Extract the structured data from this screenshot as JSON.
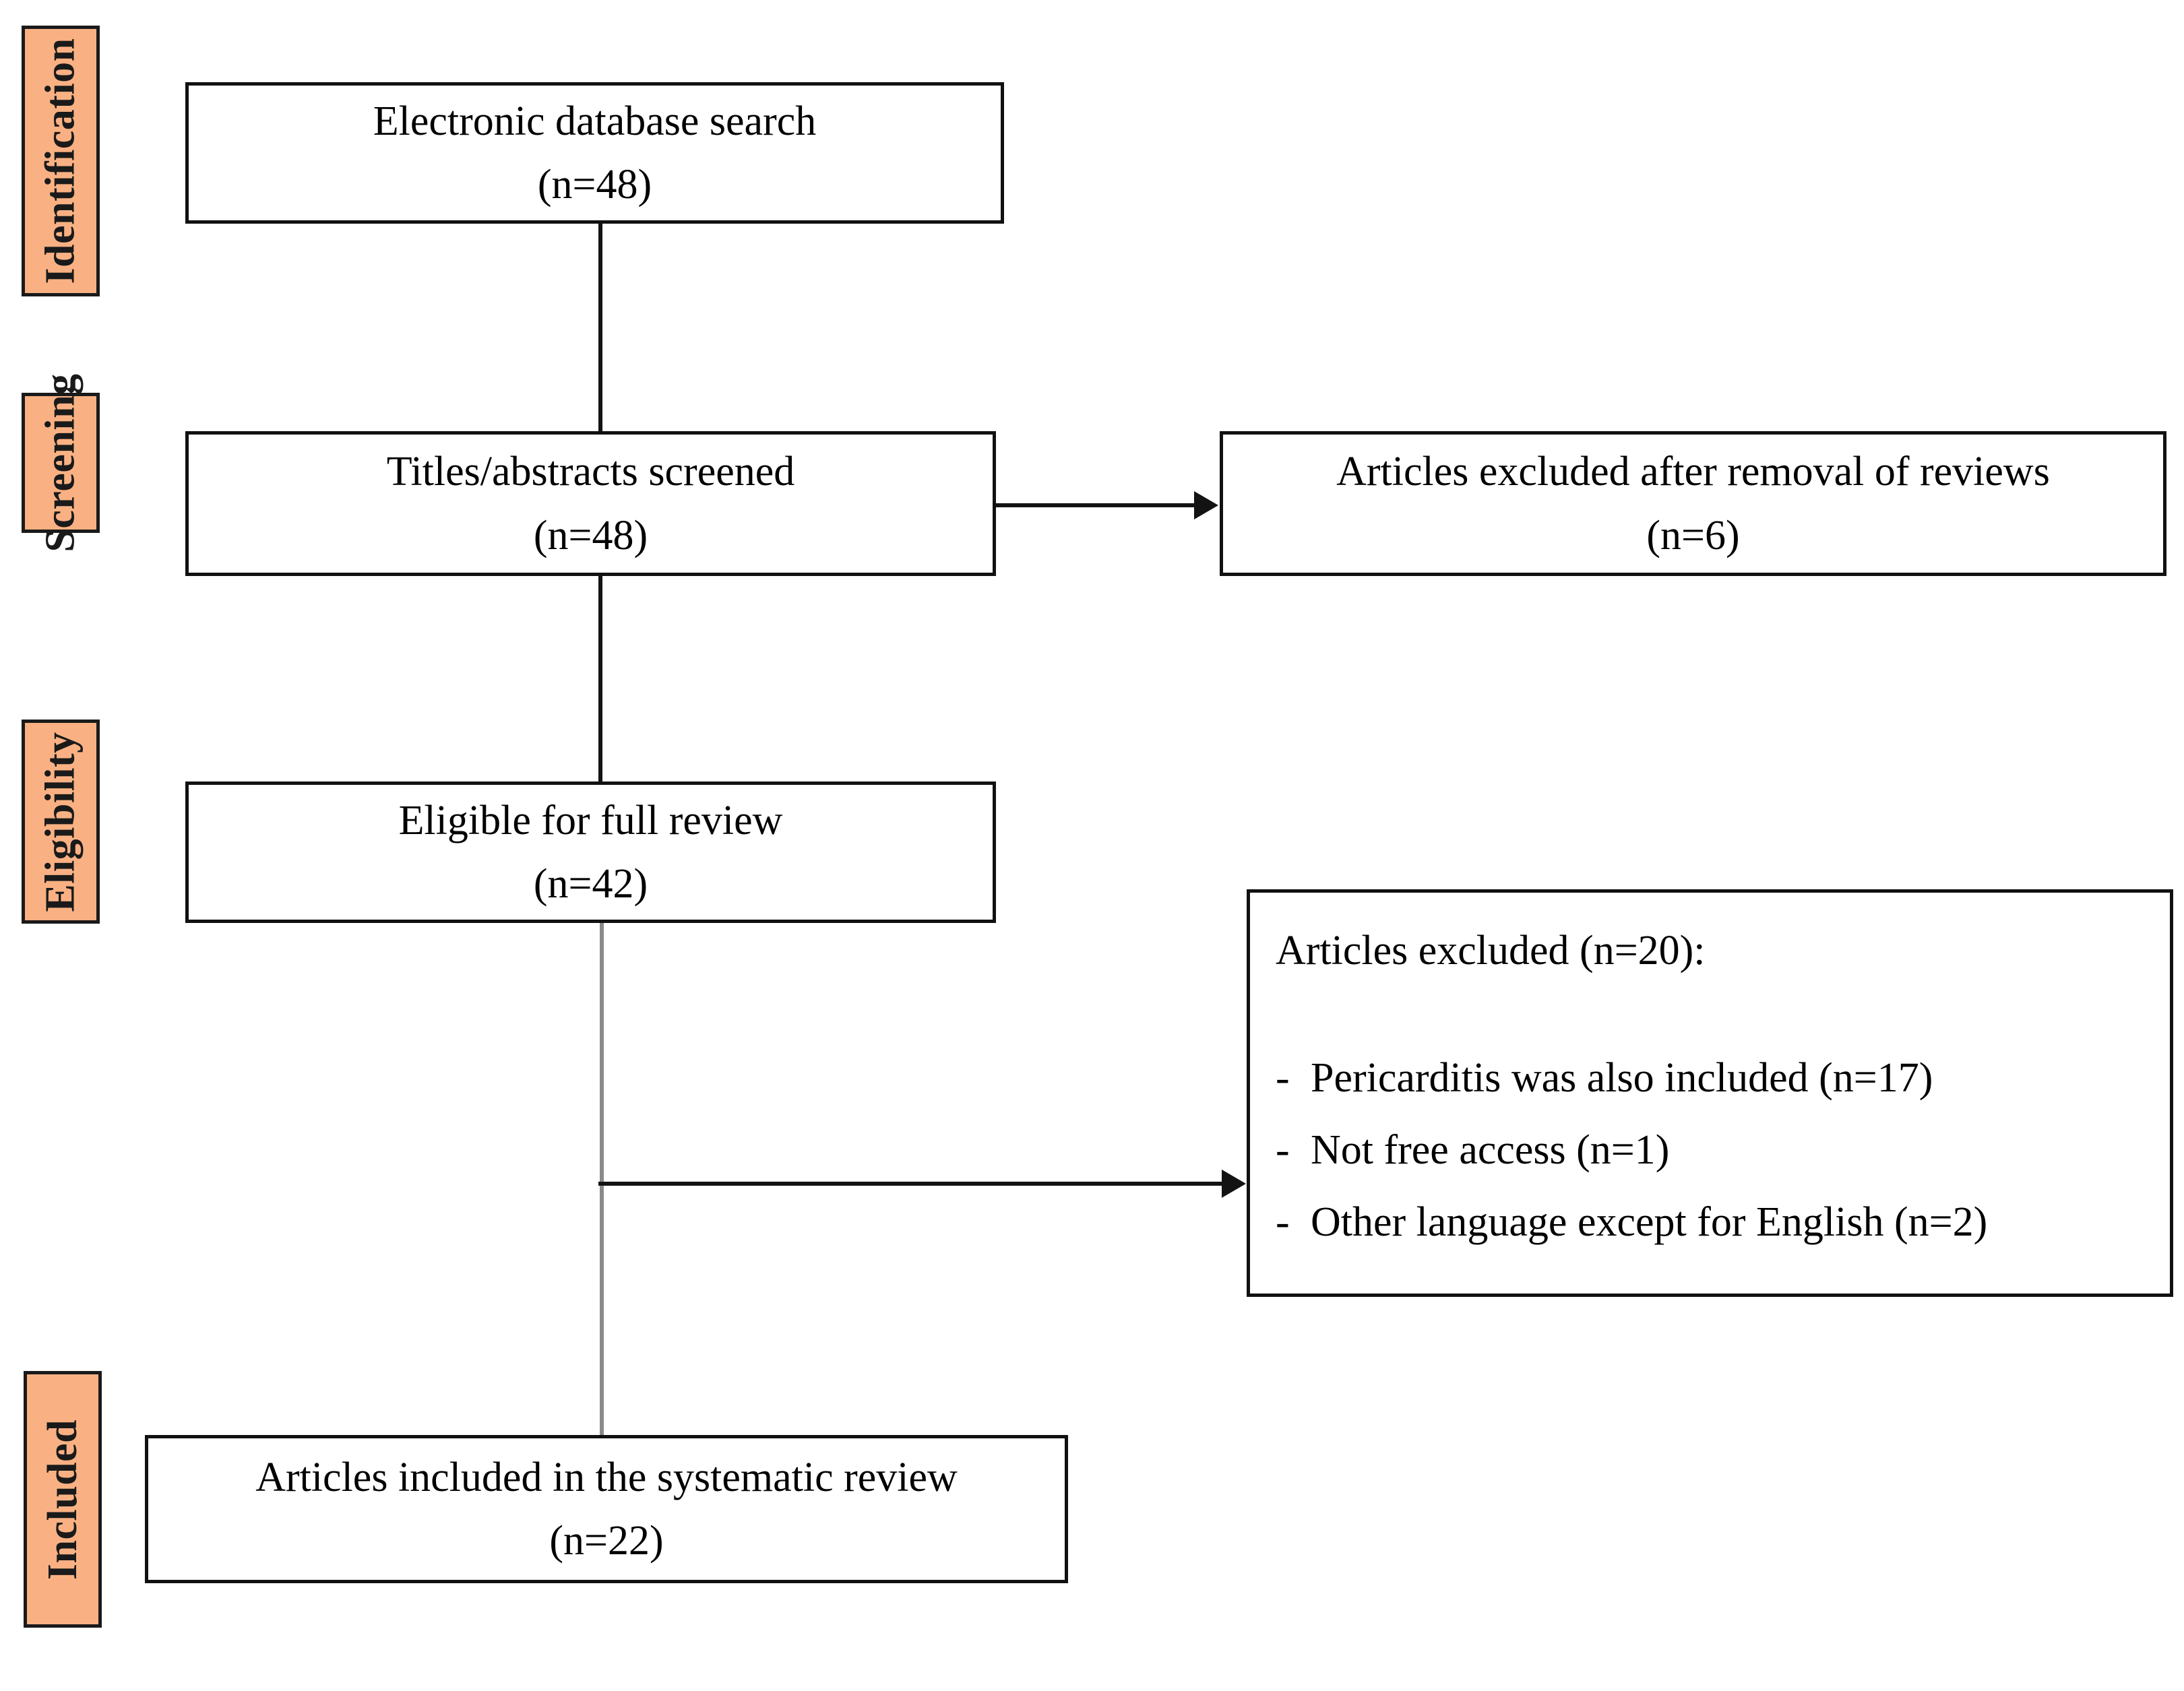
{
  "figure": {
    "type": "prisma-flow-diagram",
    "accent_color": "#F9B183",
    "border_color": "#111111"
  },
  "stages": [
    {
      "id": "identification",
      "label": "Identification"
    },
    {
      "id": "screening",
      "label": "Screening"
    },
    {
      "id": "eligibility",
      "label": "Eligibility"
    },
    {
      "id": "included",
      "label": "Included"
    }
  ],
  "boxes": {
    "database_search": {
      "line1": "Electronic database search",
      "line2": "(n=48)"
    },
    "titles_screened": {
      "line1": "Titles/abstracts screened",
      "line2": "(n=48)"
    },
    "excluded_reviews": {
      "line1": "Articles excluded after removal of reviews",
      "line2": "(n=6)"
    },
    "eligible_full_review": {
      "line1": "Eligible for full review",
      "line2": "(n=42)"
    },
    "excluded_reasons": {
      "title": "Articles excluded (n=20):",
      "bullet_marker": "-",
      "items": [
        "Pericarditis was also included (n=17)",
        "Not free access (n=1)",
        "Other language except for English (n=2)"
      ]
    },
    "included_review": {
      "line1": "Articles included in the systematic review",
      "line2": "(n=22)"
    }
  }
}
